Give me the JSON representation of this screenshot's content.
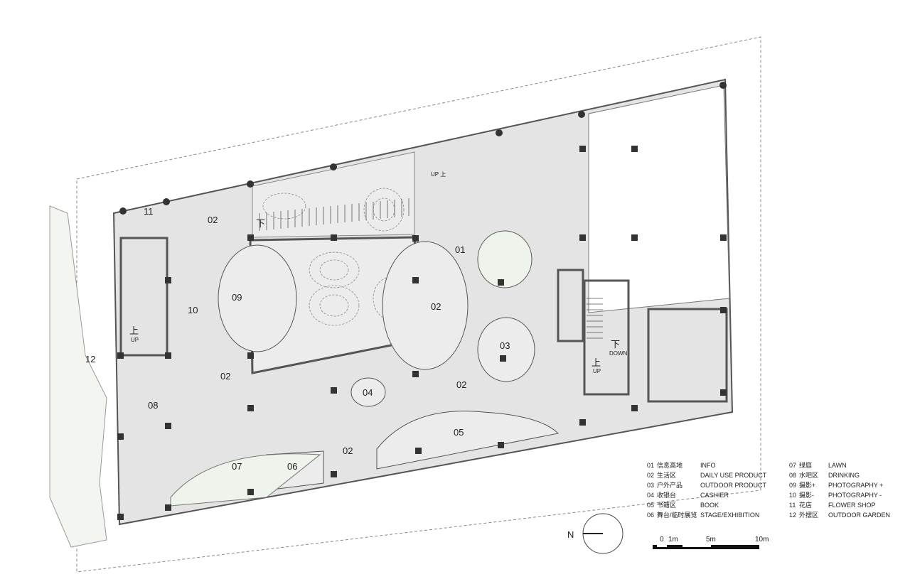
{
  "zones": {
    "z01": "01",
    "z02a": "02",
    "z02b": "02",
    "z02c": "02",
    "z02d": "02",
    "z02e": "02",
    "z03": "03",
    "z04": "04",
    "z05": "05",
    "z06": "06",
    "z07": "07",
    "z08": "08",
    "z09": "09",
    "z10": "10",
    "z11": "11",
    "z12": "12"
  },
  "stairs": {
    "up_cn": "上",
    "up_en": "UP",
    "down_cn": "下",
    "down_en": "DOWN",
    "upper_mark": "UP 上"
  },
  "legend": [
    {
      "num": "01",
      "cn": "信息高地",
      "en": "INFO"
    },
    {
      "num": "02",
      "cn": "生活区",
      "en": "DAILY USE PRODUCT"
    },
    {
      "num": "03",
      "cn": "户外产品",
      "en": "OUTDOOR PRODUCT"
    },
    {
      "num": "04",
      "cn": "收银台",
      "en": "CASHIER"
    },
    {
      "num": "05",
      "cn": "书籍区",
      "en": "BOOK"
    },
    {
      "num": "06",
      "cn": "舞台/临时展览",
      "en": "STAGE/EXHIBITION"
    },
    {
      "num": "07",
      "cn": "绿庭",
      "en": "LAWN"
    },
    {
      "num": "08",
      "cn": "水吧区",
      "en": "DRINKING"
    },
    {
      "num": "09",
      "cn": "摄影+",
      "en": "PHOTOGRAPHY +"
    },
    {
      "num": "10",
      "cn": "摄影-",
      "en": "PHOTOGRAPHY -"
    },
    {
      "num": "11",
      "cn": "花店",
      "en": "FLOWER SHOP"
    },
    {
      "num": "12",
      "cn": "外摆区",
      "en": "OUTDOOR GARDEN"
    }
  ],
  "north": "N",
  "scale": [
    "0",
    "1m",
    "5m",
    "10m"
  ],
  "colors": {
    "floor": "#e4e4e4",
    "wall": "#555555",
    "column": "#333333",
    "lawn": "#eef3ec"
  }
}
